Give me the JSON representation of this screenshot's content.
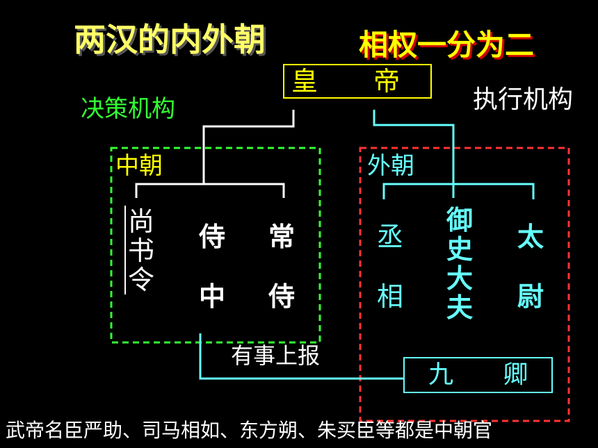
{
  "title": "两汉的内外朝",
  "subtitle": "相权一分为二",
  "decision_label": "决策机构",
  "execution_label": "执行机构",
  "emperor": "皇 帝",
  "inner_court": {
    "label": "中朝",
    "officials": [
      {
        "chars": [
          "尚",
          "书",
          "令"
        ]
      },
      {
        "chars": [
          "侍",
          "中"
        ]
      },
      {
        "chars": [
          "常",
          "侍"
        ]
      }
    ]
  },
  "outer_court": {
    "label": "外朝",
    "officials": [
      {
        "chars": [
          "丞",
          "相"
        ]
      },
      {
        "chars": [
          "御",
          "史",
          "大",
          "夫"
        ]
      },
      {
        "chars": [
          "太",
          "尉"
        ]
      }
    ]
  },
  "nine_ministers": "九 卿",
  "report_label": "有事上报",
  "footer": "武帝名臣严助、司马相如、东方朔、朱买臣等都是中朝官",
  "colors": {
    "background": "#000000",
    "title": "#ffff66",
    "subtitle": "#ffff00",
    "subtitle_shadow": "#cc0000",
    "inner_border": "#33ff33",
    "outer_border": "#ff3333",
    "connector_white": "#ffffff",
    "connector_cyan": "#66ffff"
  }
}
